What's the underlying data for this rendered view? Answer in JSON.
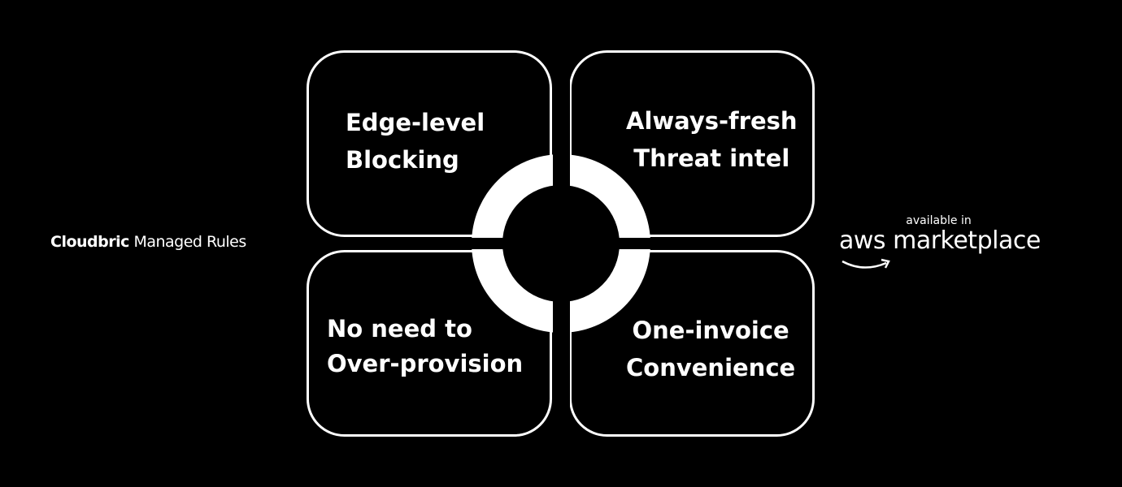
{
  "brand": {
    "name": "Cloudbric",
    "product": "Managed Rules"
  },
  "quadrants": [
    {
      "line1": "Edge-level",
      "line2": "Blocking"
    },
    {
      "line1": "Always-fresh",
      "line2": "Threat intel"
    },
    {
      "line1": "No need to",
      "line2": "Over-provision"
    },
    {
      "line1": "One-invoice",
      "line2": "Convenience"
    }
  ],
  "badge": {
    "prefix": "available in",
    "aws": "aws",
    "marketplace": "marketplace"
  },
  "colors": {
    "background": "#000000",
    "foreground": "#ffffff"
  }
}
